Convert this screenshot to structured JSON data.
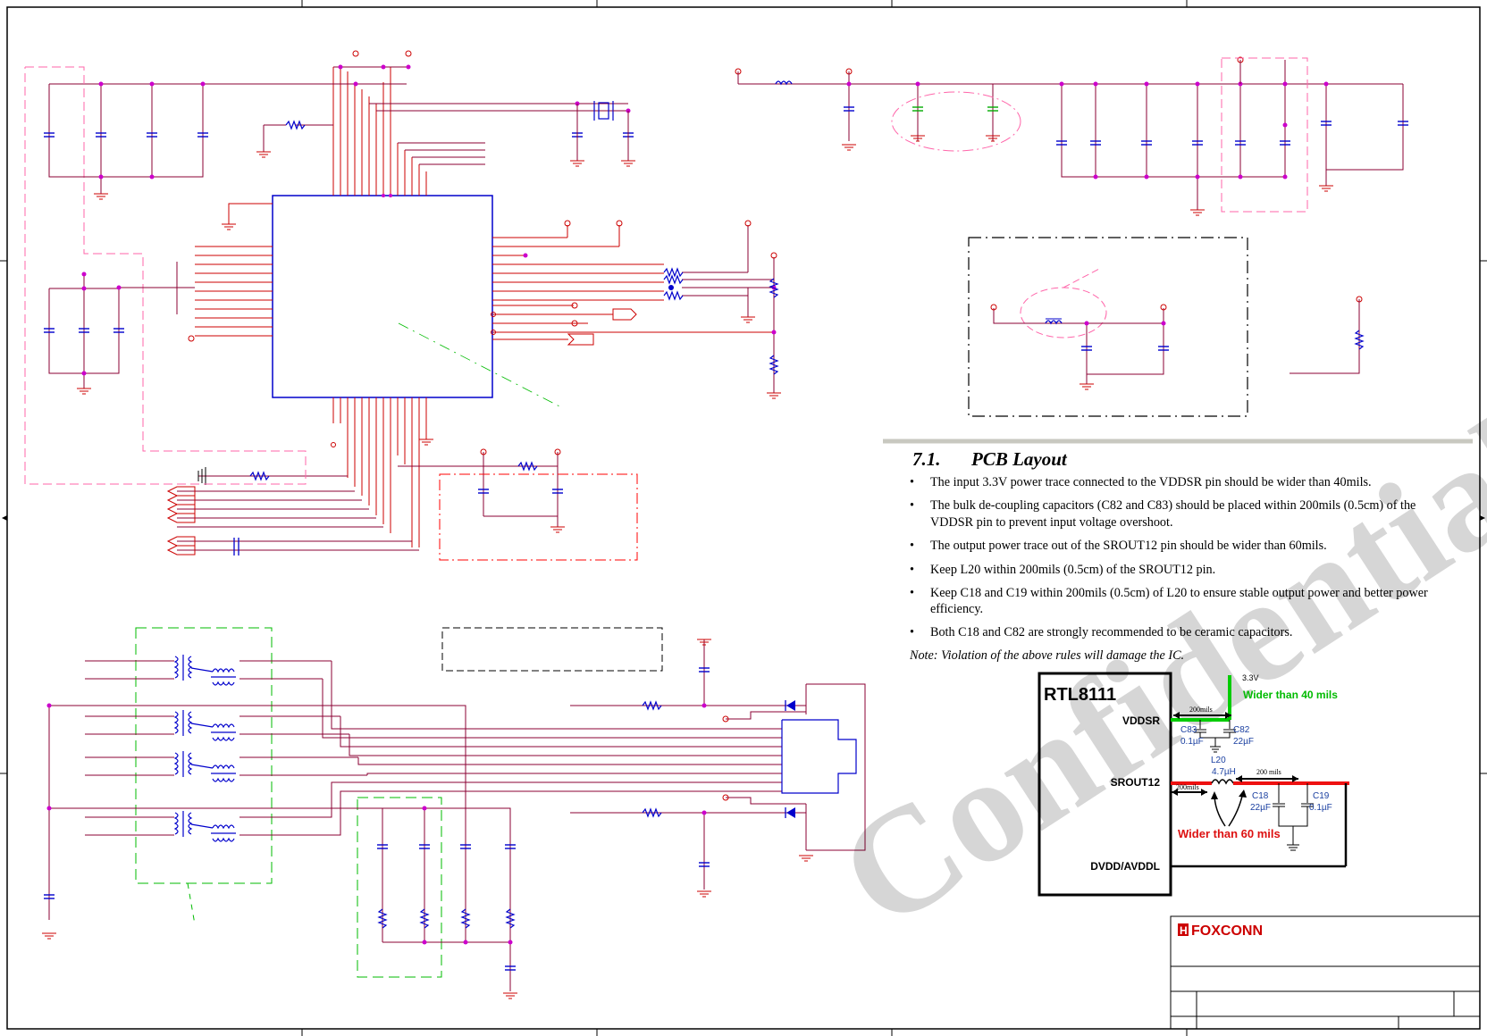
{
  "section": {
    "number": "7.1.",
    "title": "PCB Layout",
    "bullets": [
      "The input 3.3V power trace connected to the VDDSR pin should be wider than 40mils.",
      "The bulk de-coupling capacitors (C82 and C83) should be placed within 200mils (0.5cm) of the",
      "VDDSR pin to prevent input voltage overshoot.",
      "The output power trace out of the SROUT12 pin should be wider than 60mils.",
      "Keep L20 within 200mils (0.5cm) of the SROUT12 pin.",
      "Keep C18 and C19 within 200mils (0.5cm) of L20 to ensure stable output power and better power",
      "efficiency.",
      "Both C18 and C82 are strongly recommended to be ceramic capacitors."
    ],
    "note": "Note: Violation of the above rules will damage the IC."
  },
  "watermark": "Confidential",
  "diagram": {
    "chip": "RTL8111",
    "pins": {
      "vddsr": "VDDSR",
      "srout12": "SROUT12",
      "dvdd": "DVDD/AVDDL"
    },
    "rail": "3.3V",
    "note_40": "Wider than 40 mils",
    "note_60": "Wider than 60 mils",
    "dim_200_a": "200mils",
    "dim_200_b": "200 mils",
    "dim_200_c": "200mils",
    "c83": {
      "name": "C83",
      "value": "0.1µF"
    },
    "c82": {
      "name": "C82",
      "value": "22µF"
    },
    "l20": {
      "name": "L20",
      "value": "4.7µH"
    },
    "c18": {
      "name": "C18",
      "value": "22µF"
    },
    "c19": {
      "name": "C19",
      "value": "0.1µF"
    }
  },
  "title_block": {
    "logo": "FOXCONN"
  },
  "colors": {
    "wire": "#cc0000",
    "part": "#0000cc",
    "net": "#8b0033",
    "pink": "#ff66aa",
    "green": "#00bb00"
  }
}
